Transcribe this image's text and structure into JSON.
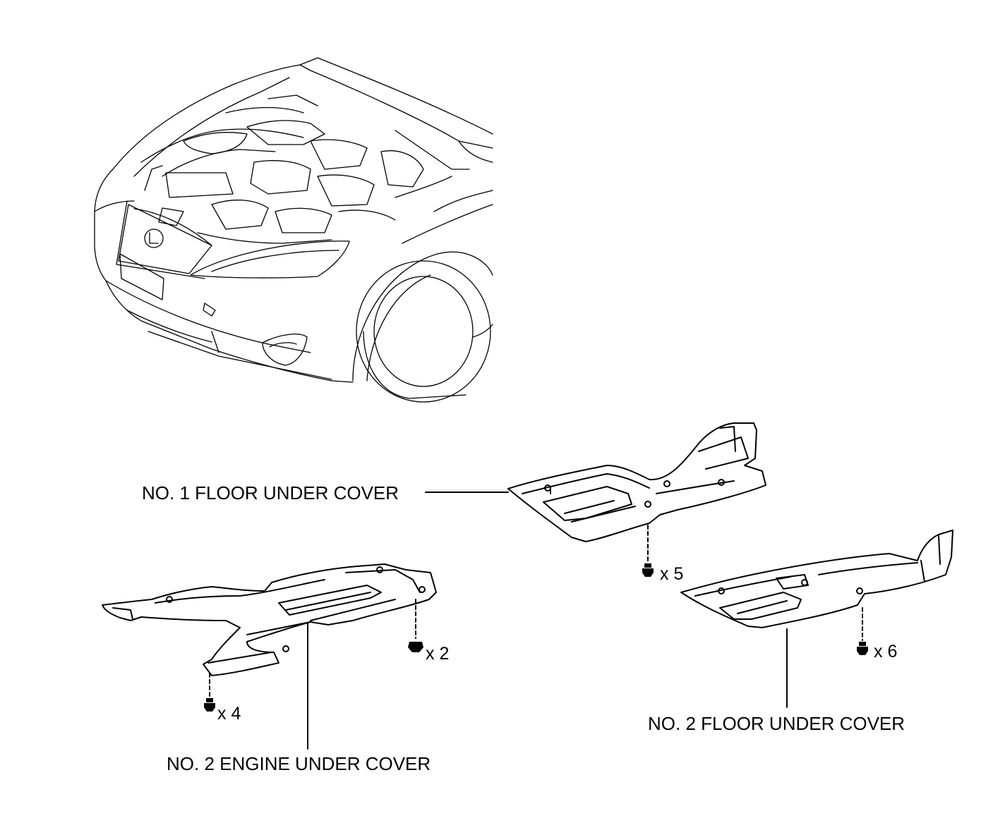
{
  "labels": {
    "no1_floor": "NO. 1 FLOOR UNDER COVER",
    "no2_engine": "NO. 2 ENGINE UNDER COVER",
    "no2_floor": "NO. 2 FLOOR UNDER COVER"
  },
  "quantities": {
    "no1_floor_bolts": "x 5",
    "no2_floor_bolts": "x 6",
    "engine_nuts": "x 2",
    "engine_bolts": "x 4"
  },
  "colors": {
    "line": "#000000",
    "background": "#ffffff"
  }
}
